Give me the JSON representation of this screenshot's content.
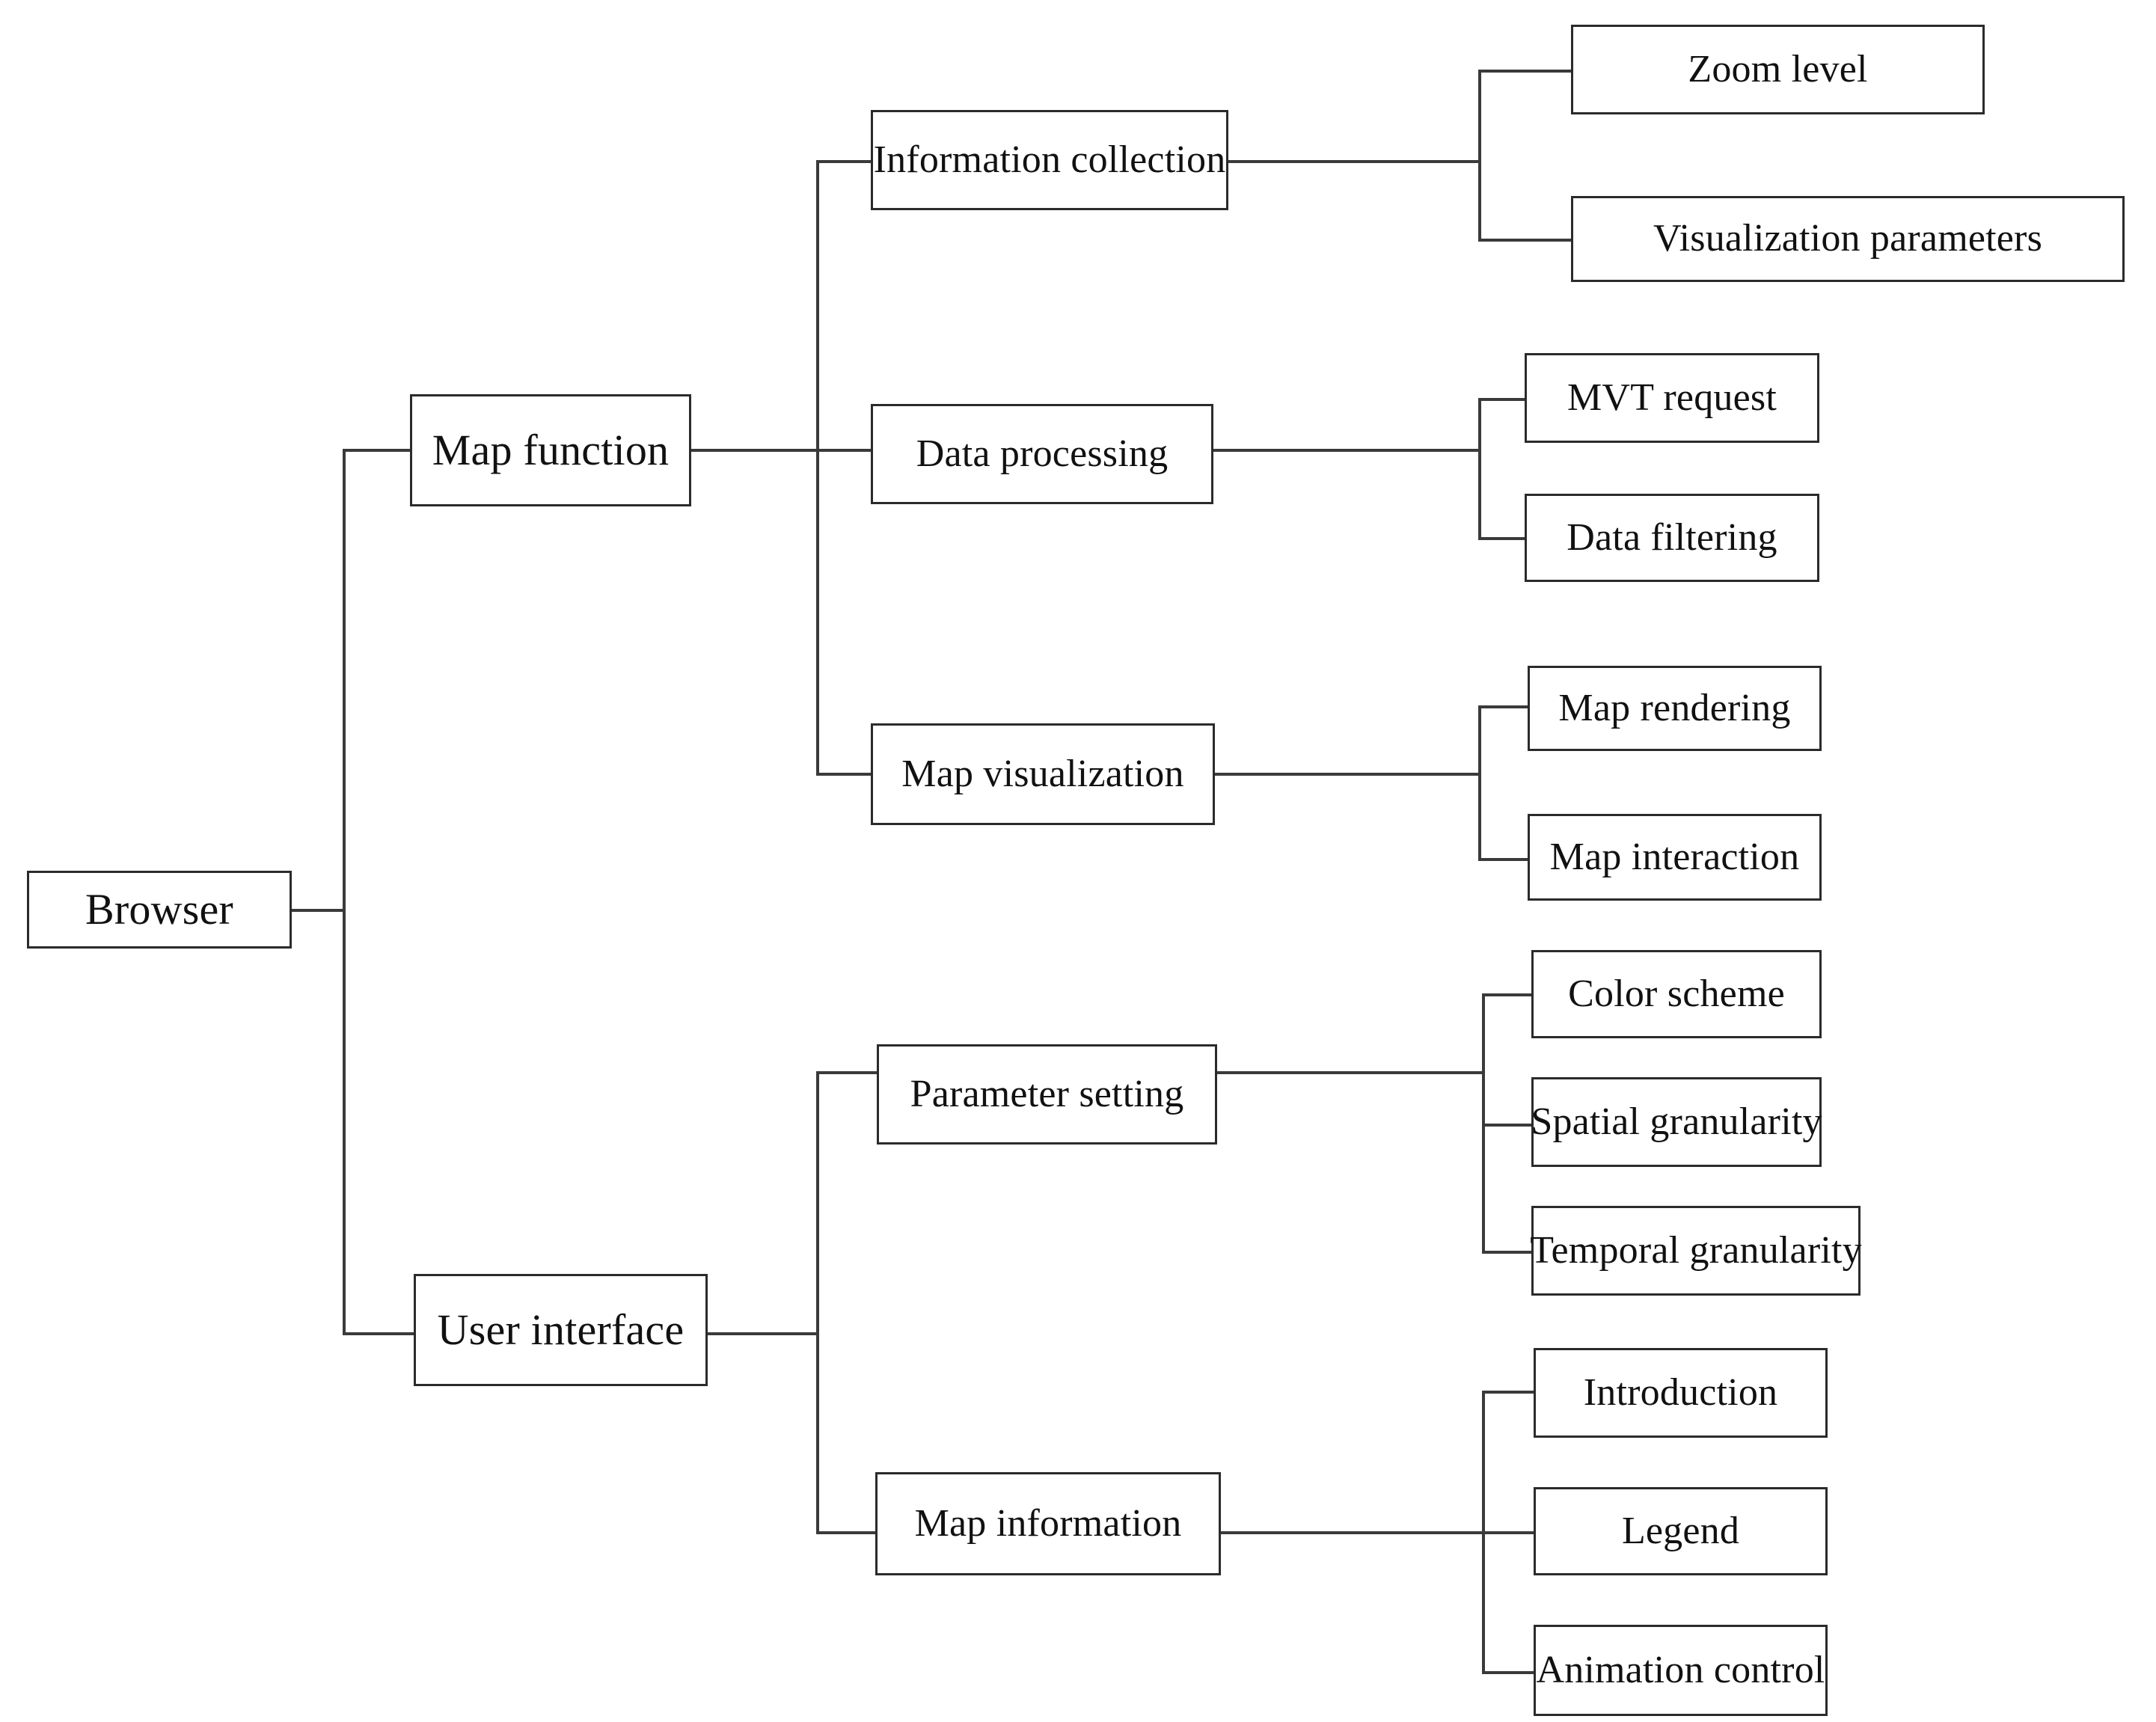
{
  "diagram": {
    "type": "tree",
    "orientation": "left-to-right",
    "root": {
      "label": "Browser"
    },
    "levels": [
      {
        "level": 1,
        "nodes": [
          "Browser"
        ]
      },
      {
        "level": 2,
        "nodes": [
          "Map function",
          "User interface"
        ]
      },
      {
        "level": 3,
        "nodes": [
          "Information collection",
          "Data processing",
          "Map visualization",
          "Parameter setting",
          "Map information"
        ]
      },
      {
        "level": 4,
        "nodes": [
          "Zoom level",
          "Visualization parameters",
          "MVT request",
          "Data filtering",
          "Map rendering",
          "Map interaction",
          "Color scheme",
          "Spatial granularity",
          "Temporal granularity",
          "Introduction",
          "Legend",
          "Animation control"
        ]
      }
    ],
    "nodes": {
      "browser": "Browser",
      "map_function": "Map function",
      "user_interface": "User interface",
      "information_collection": "Information collection",
      "data_processing": "Data processing",
      "map_visualization": "Map visualization",
      "parameter_setting": "Parameter setting",
      "map_information": "Map information",
      "zoom_level": "Zoom level",
      "visualization_parameters": "Visualization parameters",
      "mvt_request": "MVT request",
      "data_filtering": "Data filtering",
      "map_rendering": "Map rendering",
      "map_interaction": "Map interaction",
      "color_scheme": "Color scheme",
      "spatial_granularity": "Spatial granularity",
      "temporal_granularity": "Temporal granularity",
      "introduction": "Introduction",
      "legend": "Legend",
      "animation_control": "Animation control"
    },
    "edges": [
      {
        "from": "browser",
        "to": "map_function"
      },
      {
        "from": "browser",
        "to": "user_interface"
      },
      {
        "from": "map_function",
        "to": "information_collection"
      },
      {
        "from": "map_function",
        "to": "data_processing"
      },
      {
        "from": "map_function",
        "to": "map_visualization"
      },
      {
        "from": "user_interface",
        "to": "parameter_setting"
      },
      {
        "from": "user_interface",
        "to": "map_information"
      },
      {
        "from": "information_collection",
        "to": "zoom_level"
      },
      {
        "from": "information_collection",
        "to": "visualization_parameters"
      },
      {
        "from": "data_processing",
        "to": "mvt_request"
      },
      {
        "from": "data_processing",
        "to": "data_filtering"
      },
      {
        "from": "map_visualization",
        "to": "map_rendering"
      },
      {
        "from": "map_visualization",
        "to": "map_interaction"
      },
      {
        "from": "parameter_setting",
        "to": "color_scheme"
      },
      {
        "from": "parameter_setting",
        "to": "spatial_granularity"
      },
      {
        "from": "parameter_setting",
        "to": "temporal_granularity"
      },
      {
        "from": "map_information",
        "to": "introduction"
      },
      {
        "from": "map_information",
        "to": "legend"
      },
      {
        "from": "map_information",
        "to": "animation_control"
      }
    ],
    "colors": {
      "background": "#ffffff",
      "box_border": "#2b2b2b",
      "box_fill": "#ffffff",
      "edge": "#3a3a3a",
      "text": "#111111"
    }
  }
}
